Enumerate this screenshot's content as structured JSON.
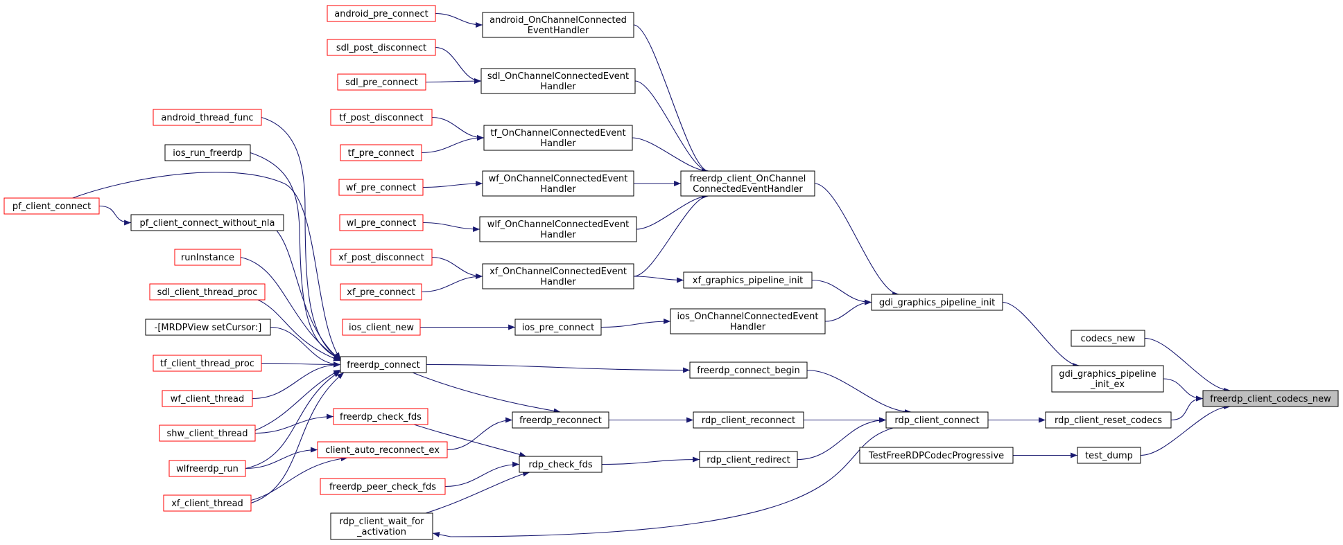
{
  "colors": {
    "edge": "#191970",
    "caller_border": "#000000",
    "truncated_border": "#ff0000",
    "focus_fill": "#bfbfbf"
  },
  "nodes": [
    {
      "id": "android_pre_connect",
      "lines": [
        "android_pre_connect"
      ],
      "kind": "red"
    },
    {
      "id": "android_OnChannelConnectedEventHandler",
      "lines": [
        "android_OnChannelConnected",
        "EventHandler"
      ],
      "kind": "black"
    },
    {
      "id": "sdl_post_disconnect",
      "lines": [
        "sdl_post_disconnect"
      ],
      "kind": "red"
    },
    {
      "id": "sdl_pre_connect",
      "lines": [
        "sdl_pre_connect"
      ],
      "kind": "red"
    },
    {
      "id": "sdl_OnChannelConnectedEventHandler",
      "lines": [
        "sdl_OnChannelConnectedEvent",
        "Handler"
      ],
      "kind": "black"
    },
    {
      "id": "tf_post_disconnect",
      "lines": [
        "tf_post_disconnect"
      ],
      "kind": "red"
    },
    {
      "id": "tf_pre_connect",
      "lines": [
        "tf_pre_connect"
      ],
      "kind": "red"
    },
    {
      "id": "tf_OnChannelConnectedEventHandler",
      "lines": [
        "tf_OnChannelConnectedEvent",
        "Handler"
      ],
      "kind": "black"
    },
    {
      "id": "wf_pre_connect",
      "lines": [
        "wf_pre_connect"
      ],
      "kind": "red"
    },
    {
      "id": "wf_OnChannelConnectedEventHandler",
      "lines": [
        "wf_OnChannelConnectedEvent",
        "Handler"
      ],
      "kind": "black"
    },
    {
      "id": "wl_pre_connect",
      "lines": [
        "wl_pre_connect"
      ],
      "kind": "red"
    },
    {
      "id": "wlf_OnChannelConnectedEventHandler",
      "lines": [
        "wlf_OnChannelConnectedEvent",
        "Handler"
      ],
      "kind": "black"
    },
    {
      "id": "xf_post_disconnect",
      "lines": [
        "xf_post_disconnect"
      ],
      "kind": "red"
    },
    {
      "id": "xf_pre_connect",
      "lines": [
        "xf_pre_connect"
      ],
      "kind": "red"
    },
    {
      "id": "xf_OnChannelConnectedEventHandler",
      "lines": [
        "xf_OnChannelConnectedEvent",
        "Handler"
      ],
      "kind": "black"
    },
    {
      "id": "freerdp_client_OnChannelConnectedEventHandler",
      "lines": [
        "freerdp_client_OnChannel",
        "ConnectedEventHandler"
      ],
      "kind": "black"
    },
    {
      "id": "xf_graphics_pipeline_init",
      "lines": [
        "xf_graphics_pipeline_init"
      ],
      "kind": "black"
    },
    {
      "id": "gdi_graphics_pipeline_init",
      "lines": [
        "gdi_graphics_pipeline_init"
      ],
      "kind": "black"
    },
    {
      "id": "ios_client_new",
      "lines": [
        "ios_client_new"
      ],
      "kind": "red"
    },
    {
      "id": "ios_pre_connect",
      "lines": [
        "ios_pre_connect"
      ],
      "kind": "black"
    },
    {
      "id": "ios_OnChannelConnectedEventHandler",
      "lines": [
        "ios_OnChannelConnectedEvent",
        "Handler"
      ],
      "kind": "black"
    },
    {
      "id": "android_thread_func",
      "lines": [
        "android_thread_func"
      ],
      "kind": "red"
    },
    {
      "id": "ios_run_freerdp",
      "lines": [
        "ios_run_freerdp"
      ],
      "kind": "black"
    },
    {
      "id": "pf_client_connect",
      "lines": [
        "pf_client_connect"
      ],
      "kind": "red"
    },
    {
      "id": "pf_client_connect_without_nla",
      "lines": [
        "pf_client_connect_without_nla"
      ],
      "kind": "black"
    },
    {
      "id": "runInstance",
      "lines": [
        "runInstance"
      ],
      "kind": "red"
    },
    {
      "id": "sdl_client_thread_proc",
      "lines": [
        "sdl_client_thread_proc"
      ],
      "kind": "red"
    },
    {
      "id": "MRDPView_setCursor",
      "lines": [
        "-[MRDPView setCursor:]"
      ],
      "kind": "black"
    },
    {
      "id": "tf_client_thread_proc",
      "lines": [
        "tf_client_thread_proc"
      ],
      "kind": "red"
    },
    {
      "id": "wf_client_thread",
      "lines": [
        "wf_client_thread"
      ],
      "kind": "red"
    },
    {
      "id": "shw_client_thread",
      "lines": [
        "shw_client_thread"
      ],
      "kind": "red"
    },
    {
      "id": "wlfreerdp_run",
      "lines": [
        "wlfreerdp_run"
      ],
      "kind": "red"
    },
    {
      "id": "xf_client_thread",
      "lines": [
        "xf_client_thread"
      ],
      "kind": "red"
    },
    {
      "id": "freerdp_connect",
      "lines": [
        "freerdp_connect"
      ],
      "kind": "black"
    },
    {
      "id": "freerdp_check_fds",
      "lines": [
        "freerdp_check_fds"
      ],
      "kind": "red"
    },
    {
      "id": "client_auto_reconnect_ex",
      "lines": [
        "client_auto_reconnect_ex"
      ],
      "kind": "red"
    },
    {
      "id": "freerdp_peer_check_fds",
      "lines": [
        "freerdp_peer_check_fds"
      ],
      "kind": "red"
    },
    {
      "id": "rdp_client_wait_for_activation",
      "lines": [
        "rdp_client_wait_for",
        "_activation"
      ],
      "kind": "black"
    },
    {
      "id": "freerdp_reconnect",
      "lines": [
        "freerdp_reconnect"
      ],
      "kind": "black"
    },
    {
      "id": "rdp_check_fds",
      "lines": [
        "rdp_check_fds"
      ],
      "kind": "black"
    },
    {
      "id": "freerdp_connect_begin",
      "lines": [
        "freerdp_connect_begin"
      ],
      "kind": "black"
    },
    {
      "id": "rdp_client_reconnect",
      "lines": [
        "rdp_client_reconnect"
      ],
      "kind": "black"
    },
    {
      "id": "rdp_client_redirect",
      "lines": [
        "rdp_client_redirect"
      ],
      "kind": "black"
    },
    {
      "id": "rdp_client_connect",
      "lines": [
        "rdp_client_connect"
      ],
      "kind": "black"
    },
    {
      "id": "codecs_new",
      "lines": [
        "codecs_new"
      ],
      "kind": "black"
    },
    {
      "id": "gdi_graphics_pipeline_init_ex",
      "lines": [
        "gdi_graphics_pipeline",
        "_init_ex"
      ],
      "kind": "black"
    },
    {
      "id": "rdp_client_reset_codecs",
      "lines": [
        "rdp_client_reset_codecs"
      ],
      "kind": "black"
    },
    {
      "id": "TestFreeRDPCodecProgressive",
      "lines": [
        "TestFreeRDPCodecProgressive"
      ],
      "kind": "black"
    },
    {
      "id": "test_dump",
      "lines": [
        "test_dump"
      ],
      "kind": "black"
    },
    {
      "id": "freerdp_client_codecs_new",
      "lines": [
        "freerdp_client_codecs_new"
      ],
      "kind": "focus"
    }
  ],
  "edges": [
    [
      "android_pre_connect",
      "android_OnChannelConnectedEventHandler"
    ],
    [
      "sdl_post_disconnect",
      "sdl_OnChannelConnectedEventHandler"
    ],
    [
      "sdl_pre_connect",
      "sdl_OnChannelConnectedEventHandler"
    ],
    [
      "tf_post_disconnect",
      "tf_OnChannelConnectedEventHandler"
    ],
    [
      "tf_pre_connect",
      "tf_OnChannelConnectedEventHandler"
    ],
    [
      "wf_pre_connect",
      "wf_OnChannelConnectedEventHandler"
    ],
    [
      "wl_pre_connect",
      "wlf_OnChannelConnectedEventHandler"
    ],
    [
      "xf_post_disconnect",
      "xf_OnChannelConnectedEventHandler"
    ],
    [
      "xf_pre_connect",
      "xf_OnChannelConnectedEventHandler"
    ],
    [
      "android_OnChannelConnectedEventHandler",
      "freerdp_client_OnChannelConnectedEventHandler"
    ],
    [
      "sdl_OnChannelConnectedEventHandler",
      "freerdp_client_OnChannelConnectedEventHandler"
    ],
    [
      "tf_OnChannelConnectedEventHandler",
      "freerdp_client_OnChannelConnectedEventHandler"
    ],
    [
      "wf_OnChannelConnectedEventHandler",
      "freerdp_client_OnChannelConnectedEventHandler"
    ],
    [
      "wlf_OnChannelConnectedEventHandler",
      "freerdp_client_OnChannelConnectedEventHandler"
    ],
    [
      "xf_OnChannelConnectedEventHandler",
      "freerdp_client_OnChannelConnectedEventHandler"
    ],
    [
      "xf_OnChannelConnectedEventHandler",
      "xf_graphics_pipeline_init"
    ],
    [
      "freerdp_client_OnChannelConnectedEventHandler",
      "gdi_graphics_pipeline_init"
    ],
    [
      "xf_graphics_pipeline_init",
      "gdi_graphics_pipeline_init"
    ],
    [
      "ios_OnChannelConnectedEventHandler",
      "gdi_graphics_pipeline_init"
    ],
    [
      "ios_client_new",
      "ios_pre_connect"
    ],
    [
      "ios_pre_connect",
      "ios_OnChannelConnectedEventHandler"
    ],
    [
      "pf_client_connect",
      "pf_client_connect_without_nla"
    ],
    [
      "android_thread_func",
      "freerdp_connect"
    ],
    [
      "ios_run_freerdp",
      "freerdp_connect"
    ],
    [
      "pf_client_connect",
      "freerdp_connect"
    ],
    [
      "pf_client_connect_without_nla",
      "freerdp_connect"
    ],
    [
      "runInstance",
      "freerdp_connect"
    ],
    [
      "sdl_client_thread_proc",
      "freerdp_connect"
    ],
    [
      "MRDPView_setCursor",
      "freerdp_connect"
    ],
    [
      "tf_client_thread_proc",
      "freerdp_connect"
    ],
    [
      "wf_client_thread",
      "freerdp_connect"
    ],
    [
      "shw_client_thread",
      "freerdp_connect"
    ],
    [
      "wlfreerdp_run",
      "freerdp_connect"
    ],
    [
      "xf_client_thread",
      "freerdp_connect"
    ],
    [
      "shw_client_thread",
      "freerdp_check_fds"
    ],
    [
      "wlfreerdp_run",
      "client_auto_reconnect_ex"
    ],
    [
      "xf_client_thread",
      "client_auto_reconnect_ex"
    ],
    [
      "freerdp_connect",
      "freerdp_connect_begin"
    ],
    [
      "freerdp_connect",
      "freerdp_reconnect"
    ],
    [
      "client_auto_reconnect_ex",
      "freerdp_reconnect"
    ],
    [
      "freerdp_check_fds",
      "rdp_check_fds"
    ],
    [
      "freerdp_peer_check_fds",
      "rdp_check_fds"
    ],
    [
      "rdp_client_wait_for_activation",
      "rdp_check_fds"
    ],
    [
      "freerdp_reconnect",
      "rdp_client_reconnect"
    ],
    [
      "rdp_check_fds",
      "rdp_client_redirect"
    ],
    [
      "freerdp_connect_begin",
      "rdp_client_connect"
    ],
    [
      "rdp_client_reconnect",
      "rdp_client_connect"
    ],
    [
      "rdp_client_redirect",
      "rdp_client_connect"
    ],
    [
      "rdp_client_wait_for_activation",
      "rdp_client_connect"
    ],
    [
      "gdi_graphics_pipeline_init",
      "gdi_graphics_pipeline_init_ex"
    ],
    [
      "rdp_client_connect",
      "rdp_client_reset_codecs"
    ],
    [
      "TestFreeRDPCodecProgressive",
      "test_dump"
    ],
    [
      "codecs_new",
      "freerdp_client_codecs_new"
    ],
    [
      "gdi_graphics_pipeline_init_ex",
      "freerdp_client_codecs_new"
    ],
    [
      "rdp_client_reset_codecs",
      "freerdp_client_codecs_new"
    ],
    [
      "test_dump",
      "freerdp_client_codecs_new"
    ]
  ]
}
